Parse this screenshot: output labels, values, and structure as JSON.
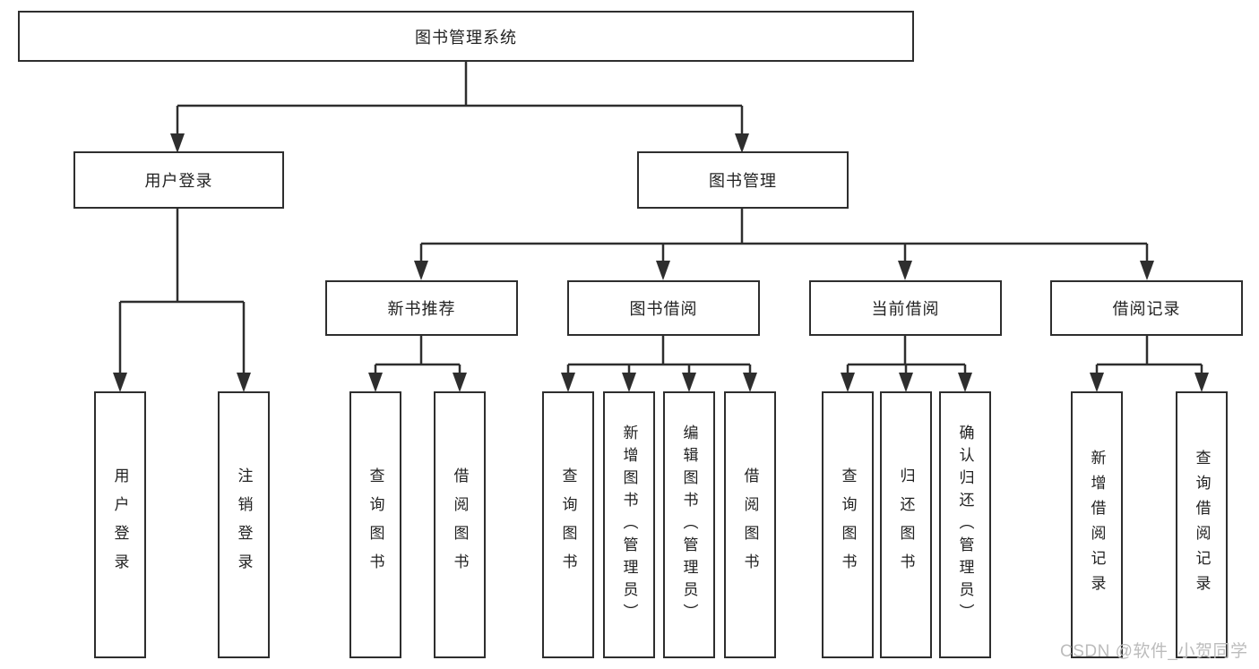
{
  "diagram": {
    "type": "hierarchy-tree",
    "tree": {
      "label": "图书管理系统",
      "children": [
        {
          "label": "用户登录",
          "children": [
            {
              "label": "用户登录"
            },
            {
              "label": "注销登录"
            }
          ]
        },
        {
          "label": "图书管理",
          "children": [
            {
              "label": "新书推荐",
              "children": [
                {
                  "label": "查询图书"
                },
                {
                  "label": "借阅图书"
                }
              ]
            },
            {
              "label": "图书借阅",
              "children": [
                {
                  "label": "查询图书"
                },
                {
                  "label": "新增图书（管理员）"
                },
                {
                  "label": "编辑图书（管理员）"
                },
                {
                  "label": "借阅图书"
                }
              ]
            },
            {
              "label": "当前借阅",
              "children": [
                {
                  "label": "查询图书"
                },
                {
                  "label": "归还图书"
                },
                {
                  "label": "确认归还（管理员）"
                }
              ]
            },
            {
              "label": "借阅记录",
              "children": [
                {
                  "label": "新增借阅记录"
                },
                {
                  "label": "查询借阅记录"
                }
              ]
            }
          ]
        }
      ]
    },
    "colors": {
      "line": "#2e2e2e",
      "text": "#222222",
      "background": "#ffffff",
      "watermark": "#bcbcbc"
    }
  },
  "watermark": {
    "text": "CSDN @软件_小贺同学"
  }
}
